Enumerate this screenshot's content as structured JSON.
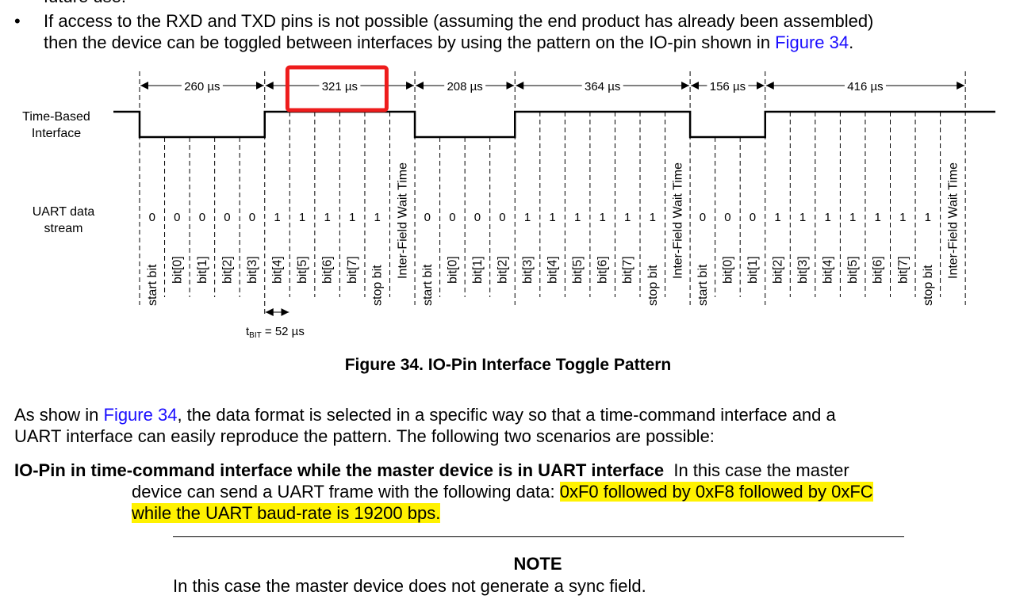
{
  "intro": {
    "cut_line": "future use.",
    "bullet": "•",
    "line1": "If access to the RXD and TXD pins is not possible (assuming the end product has already been assembled)",
    "line2_pre": "then the device can be toggled between interfaces by using the pattern on the IO-pin shown in ",
    "line2_link": "Figure 34",
    "line2_post": "."
  },
  "figure": {
    "signal_label_1": "Time-Based",
    "signal_label_2": "Interface",
    "stream_label_1": "UART data",
    "stream_label_2": "stream",
    "durations": [
      {
        "label": "260 µs",
        "bits": 5
      },
      {
        "label": "321 µs",
        "bits": 6,
        "highlighted": true
      },
      {
        "label": "208 µs",
        "bits": 4
      },
      {
        "label": "364 µs",
        "bits": 7
      },
      {
        "label": "156 µs",
        "bits": 3
      },
      {
        "label": "416 µs",
        "bits": 8
      }
    ],
    "frames": [
      {
        "slots": [
          {
            "name": "start bit",
            "value": "0"
          },
          {
            "name": "bit[0]",
            "value": "0"
          },
          {
            "name": "bit[1]",
            "value": "0"
          },
          {
            "name": "bit[2]",
            "value": "0"
          },
          {
            "name": "bit[3]",
            "value": "0"
          },
          {
            "name": "bit[4]",
            "value": "1"
          },
          {
            "name": "bit[5]",
            "value": "1"
          },
          {
            "name": "bit[6]",
            "value": "1"
          },
          {
            "name": "bit[7]",
            "value": "1"
          },
          {
            "name": "stop bit",
            "value": "1"
          },
          {
            "name": "Inter-Field Wait Time",
            "value": ""
          }
        ]
      },
      {
        "slots": [
          {
            "name": "start bit",
            "value": "0"
          },
          {
            "name": "bit[0]",
            "value": "0"
          },
          {
            "name": "bit[1]",
            "value": "0"
          },
          {
            "name": "bit[2]",
            "value": "0"
          },
          {
            "name": "bit[3]",
            "value": "1"
          },
          {
            "name": "bit[4]",
            "value": "1"
          },
          {
            "name": "bit[5]",
            "value": "1"
          },
          {
            "name": "bit[6]",
            "value": "1"
          },
          {
            "name": "bit[7]",
            "value": "1"
          },
          {
            "name": "stop bit",
            "value": "1"
          },
          {
            "name": "Inter-Field Wait Time",
            "value": ""
          }
        ]
      },
      {
        "slots": [
          {
            "name": "start bit",
            "value": "0"
          },
          {
            "name": "bit[0]",
            "value": "0"
          },
          {
            "name": "bit[1]",
            "value": "0"
          },
          {
            "name": "bit[2]",
            "value": "1"
          },
          {
            "name": "bit[3]",
            "value": "1"
          },
          {
            "name": "bit[4]",
            "value": "1"
          },
          {
            "name": "bit[5]",
            "value": "1"
          },
          {
            "name": "bit[6]",
            "value": "1"
          },
          {
            "name": "bit[7]",
            "value": "1"
          },
          {
            "name": "stop bit",
            "value": "1"
          },
          {
            "name": "Inter-Field Wait Time",
            "value": ""
          }
        ]
      }
    ],
    "tbit_prefix": "t",
    "tbit_sub": "BIT",
    "tbit_value": " = 52 µs",
    "highlight_color": "#ee1c1c",
    "caption": "Figure 34.  IO-Pin Interface Toggle Pattern"
  },
  "body": {
    "p1_pre": "As show in ",
    "p1_link": "Figure 34",
    "p1_post": ", the data format is selected in a specific way so that a time-command interface and a",
    "p1_line2": "UART interface can easily reproduce the pattern. The following two scenarios are possible:",
    "term": "IO-Pin in time-command interface while the master device is in UART interface",
    "term_text": "  In this case the master",
    "def_line2_pre": "device can send a UART frame with the following data: ",
    "def_line2_hl": "0xF0 followed by 0xF8 followed by 0xFC",
    "def_line3_hl": "while the UART baud-rate is 19200 bps.",
    "highlight_color": "#fff200",
    "link_color": "#1a0dff"
  },
  "note": {
    "title": "NOTE",
    "text": "In this case the master device does not generate a sync field."
  }
}
